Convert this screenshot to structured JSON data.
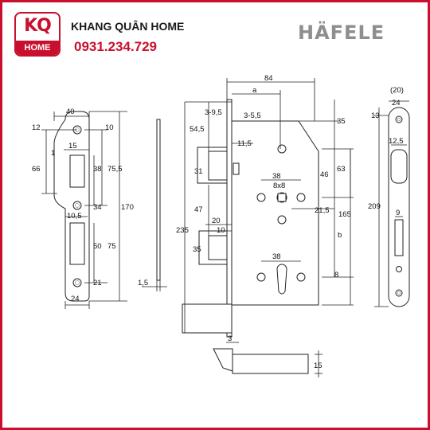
{
  "header": {
    "logo_mark": "KQ",
    "logo_band": "HOME",
    "company": "KHANG QUÂN HOME",
    "phone": "0931.234.729",
    "brand_logo": "HÄFELE"
  },
  "dimensions": {
    "strike": [
      "40",
      "12",
      "10",
      "15",
      "1",
      "66",
      "38",
      "75,5",
      "34",
      "10,5",
      "170",
      "50",
      "75",
      "21",
      "24"
    ],
    "edge": [
      "1,5"
    ],
    "case": [
      "84",
      "a",
      "3-9,5",
      "3-5,5",
      "35",
      "54,5",
      "11,5",
      "31",
      "63",
      "46",
      "38",
      "8x8",
      "21,5",
      "47",
      "20",
      "10",
      "165",
      "235",
      "b",
      "35",
      "38",
      "8"
    ],
    "bolt": [
      "3",
      "15"
    ],
    "faceplate": [
      "(20)",
      "24",
      "13",
      "12,5",
      "209",
      "9"
    ]
  }
}
